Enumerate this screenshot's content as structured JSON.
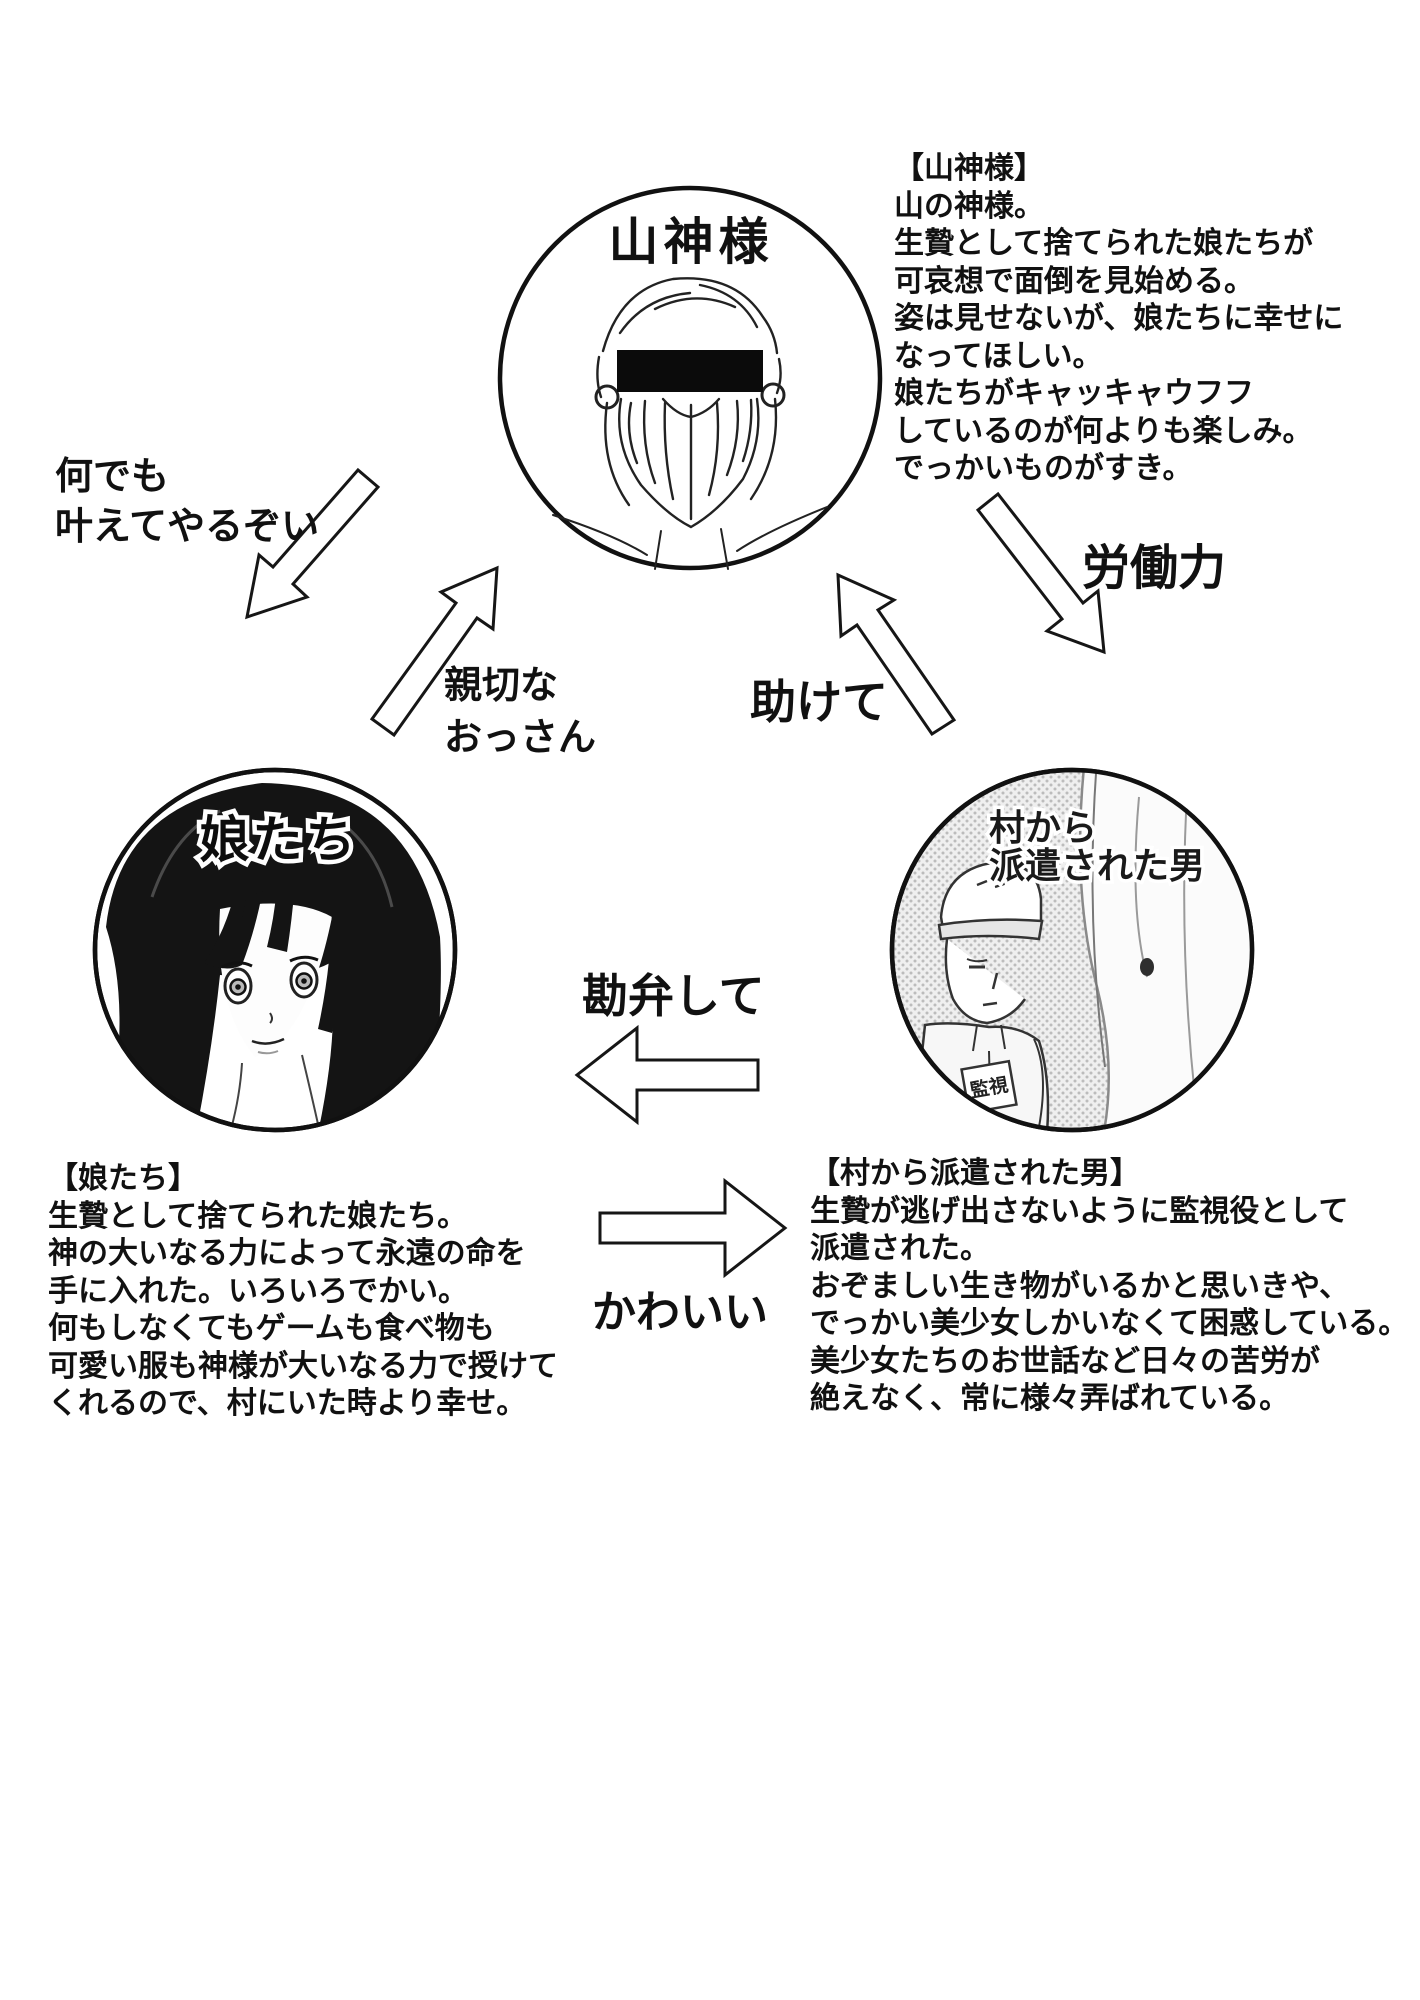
{
  "diagram": {
    "nodes": {
      "god": {
        "label": "山神様",
        "title": "【山神様】",
        "desc": "山の神様。\n生贄として捨てられた娘たちが\n可哀想で面倒を見始める。\n姿は見せないが、娘たちに幸せに\nなってほしい。\n娘たちがキャッキャウフフ\nしているのが何よりも楽しみ。\nでっかいものがすき。"
      },
      "girls": {
        "label": "娘たち",
        "title": "【娘たち】",
        "desc": "生贄として捨てられた娘たち。\n神の大いなる力によって永遠の命を\n手に入れた。いろいろでかい。\n何もしなくてもゲームも食べ物も\n可愛い服も神様が大いなる力で授けて\nくれるので、村にいた時より幸せ。"
      },
      "man": {
        "label_lines": [
          "村から",
          "派遣された男"
        ],
        "title": "【村から派遣された男】",
        "desc": "生贄が逃げ出さないように監視役として\n派遣された。\nおぞましい生き物がいるかと思いきや、\nでっかい美少女しかいなくて困惑している。\n美少女たちのお世話など日々の苦労が\n絶えなく、常に様々弄ばれている。",
        "armband": "監視"
      }
    },
    "edges": {
      "god_to_girls": {
        "label": "何でも\n叶えてやるぞい"
      },
      "girls_to_god": {
        "label": "親切な\nおっさん"
      },
      "man_to_god": {
        "label": "助けて"
      },
      "god_to_man": {
        "label": "労働力"
      },
      "man_to_girls": {
        "label": "勘弁して"
      },
      "girls_to_man": {
        "label": "かわいい"
      }
    },
    "colors": {
      "ink": "#111111",
      "paper": "#ffffff",
      "halftone": "#bcbcbc"
    }
  }
}
